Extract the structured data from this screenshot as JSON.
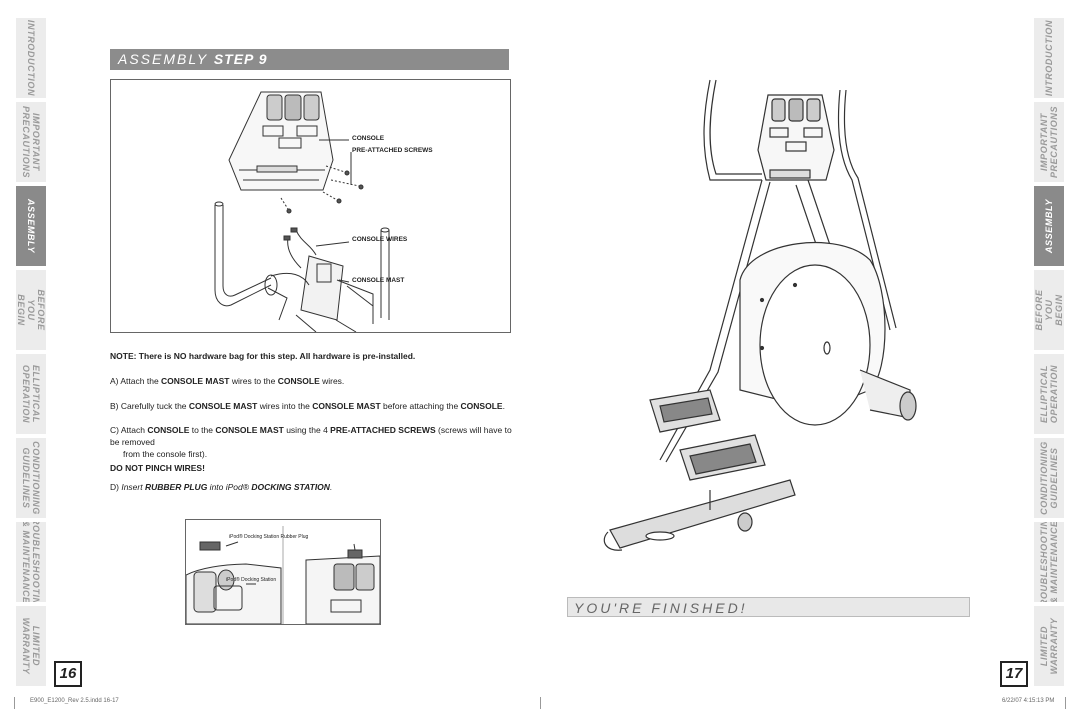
{
  "tabs": [
    {
      "label": "INTRODUCTION",
      "active": false
    },
    {
      "label": "IMPORTANT\nPRECAUTIONS",
      "active": false
    },
    {
      "label": "ASSEMBLY",
      "active": true
    },
    {
      "label": "BEFORE\nYOU BEGIN",
      "active": false
    },
    {
      "label": "ELLIPTICAL\nOPERATION",
      "active": false
    },
    {
      "label": "CONDITIONING\nGUIDELINES",
      "active": false
    },
    {
      "label": "TROUBLESHOOTING\n& MAINTENANCE",
      "active": false
    },
    {
      "label": "LIMITED\nWARRANTY",
      "active": false
    }
  ],
  "left_page": {
    "step_prefix": "ASSEMBLY ",
    "step_num": "STEP 9",
    "callouts": {
      "console": "CONSOLE",
      "screws": "PRE-ATTACHED SCREWS",
      "wires": "CONSOLE WIRES",
      "mast": "CONSOLE MAST"
    },
    "ipod_labels": {
      "plug": "iPod® Docking Station Rubber Plug",
      "station": "iPod® Docking Station"
    },
    "note": "NOTE: There is NO hardware bag for this step. All hardware is pre-installed.",
    "steps": {
      "a": {
        "t1": "A) Attach the ",
        "b1": "CONSOLE MAST",
        "t2": " wires to the ",
        "b2": "CONSOLE",
        "t3": " wires."
      },
      "b": {
        "t1": "B) Carefully tuck the ",
        "b1": "CONSOLE MAST",
        "t2": " wires into the ",
        "b2": "CONSOLE MAST",
        "t3": " before attaching the ",
        "b3": "CONSOLE",
        "t4": "."
      },
      "c": {
        "t1": "C) Attach ",
        "b1": "CONSOLE",
        "t2": " to the ",
        "b2": "CONSOLE MAST",
        "t3": " using the 4 ",
        "b3": "PRE-ATTACHED SCREWS",
        "t4": " (screws will have to be removed",
        "t5": "from the console first)."
      },
      "warning": "DO NOT PINCH WIRES!",
      "d": {
        "t1": "D) ",
        "i1": "Insert ",
        "b1": "RUBBER PLUG",
        "i2": " into ",
        "i3": "iPod® ",
        "b2": "DOCKING STATION",
        "i4": "."
      }
    },
    "page_number": "16"
  },
  "right_page": {
    "finished": "YOU'RE FINISHED!",
    "page_number": "17"
  },
  "footer": {
    "left": "E900_E1200_Rev 2.5.indd   16-17",
    "right": "6/22/07   4:15:13 PM"
  }
}
